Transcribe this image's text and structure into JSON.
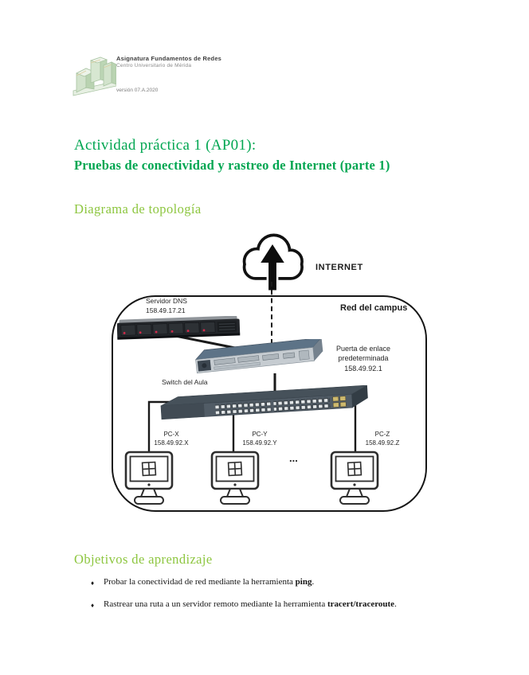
{
  "header": {
    "org_line1": "Asignatura Fundamentos de Redes",
    "org_line2": "Centro Universitario de Mérida",
    "version": "versión 07.A.2020"
  },
  "title": {
    "line1": "Actividad práctica 1 (AP01):",
    "line2": "Pruebas de conectividad y rastreo de Internet (parte 1)"
  },
  "sections": {
    "topology_heading": "Diagrama de topología",
    "objectives_heading": "Objetivos de aprendizaje"
  },
  "diagram": {
    "internet_label": "INTERNET",
    "campus_label": "Red del campus",
    "dns_label": "Servidor DNS",
    "dns_ip": "158.49.17.21",
    "gateway_line1": "Puerta de enlace",
    "gateway_line2": "predeterminada",
    "gateway_ip": "158.49.92.1",
    "switch_label": "Switch del Aula",
    "ellipsis": "...",
    "pcs": [
      {
        "name": "PC-X",
        "ip": "158.49.92.X"
      },
      {
        "name": "PC-Y",
        "ip": "158.49.92.Y"
      },
      {
        "name": "PC-Z",
        "ip": "158.49.92.Z"
      }
    ]
  },
  "objectives": {
    "bullet_char": "♦",
    "items": [
      {
        "pre": "Probar la conectividad de red mediante la herramienta ",
        "bold": "ping",
        "post": "."
      },
      {
        "pre": "Rastrear una ruta a un servidor remoto mediante la herramienta ",
        "bold": "tracert/traceroute",
        "post": "."
      }
    ]
  },
  "colors": {
    "title_green": "#00a651",
    "heading_green": "#8dc63f",
    "router_top": "#5d7387",
    "switch_body": "#515c66",
    "server_body": "#23262a",
    "led_red": "#d6294b"
  }
}
